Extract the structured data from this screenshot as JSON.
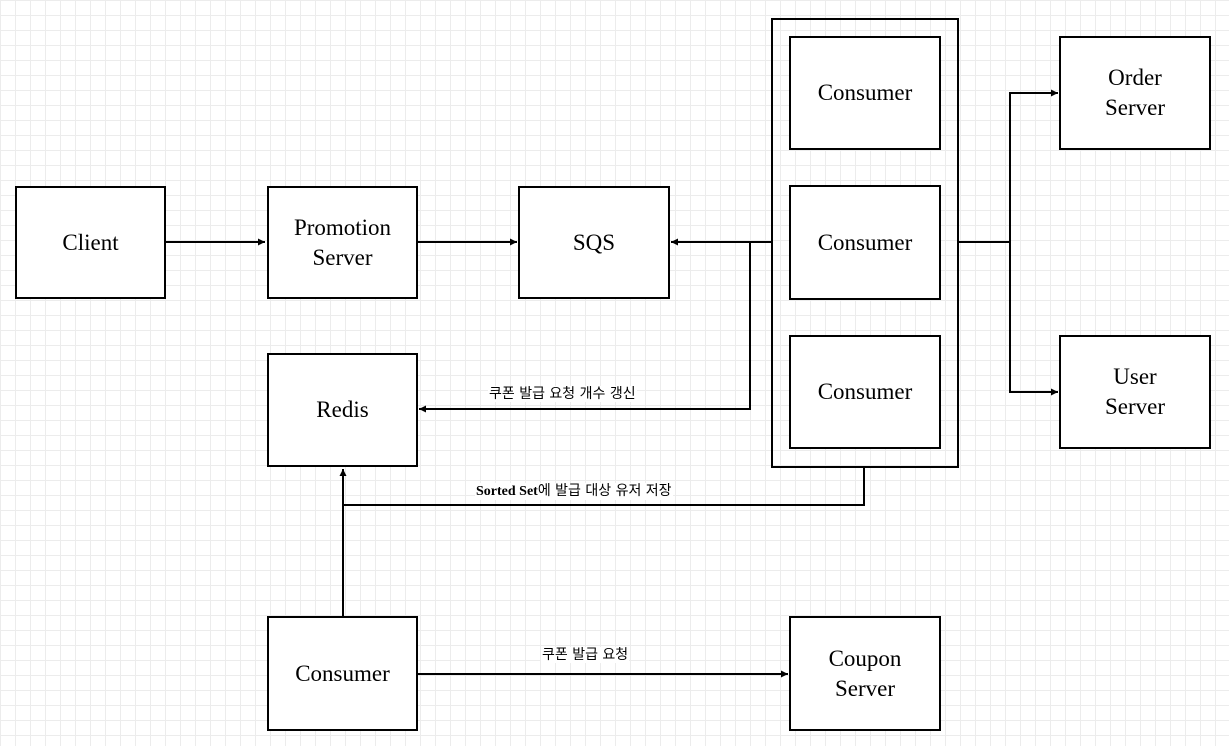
{
  "nodes": {
    "client": "Client",
    "promotion_server": [
      "Promotion",
      "Server"
    ],
    "sqs": "SQS",
    "consumer_1": "Consumer",
    "consumer_2": "Consumer",
    "consumer_3": "Consumer",
    "order_server": [
      "Order",
      "Server"
    ],
    "user_server": [
      "User",
      "Server"
    ],
    "redis": "Redis",
    "coupon_consumer": "Consumer",
    "coupon_server": [
      "Coupon",
      "Server"
    ]
  },
  "edges": {
    "update_count": "쿠폰 발급 요청 개수 갱신",
    "sorted_set_bold": "Sorted Set",
    "sorted_set_rest": "에 발급 대상 유저 저장",
    "issue_request": "쿠폰 발급 요청"
  },
  "colors": {
    "line": "#000000",
    "grid": "#ececec",
    "background": "#ffffff"
  }
}
